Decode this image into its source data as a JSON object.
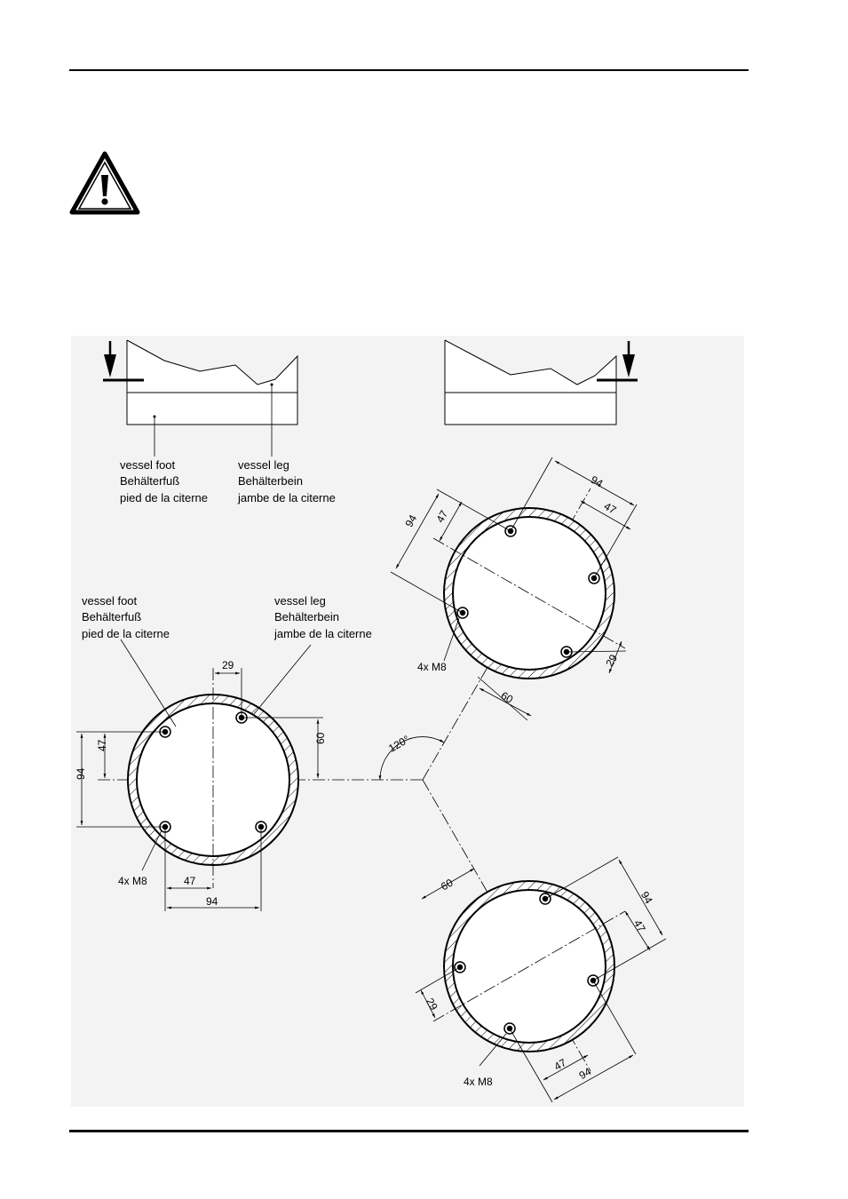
{
  "labels": {
    "foot": [
      "vessel foot",
      "Behälterfuß",
      "pied de la citerne"
    ],
    "leg": [
      "vessel leg",
      "Behälterbein",
      "jambe de la citerne"
    ]
  },
  "dims": {
    "d94": "94",
    "d47": "47",
    "d29": "29",
    "d60": "60",
    "angle": "120°",
    "bolts": "4x M8"
  }
}
